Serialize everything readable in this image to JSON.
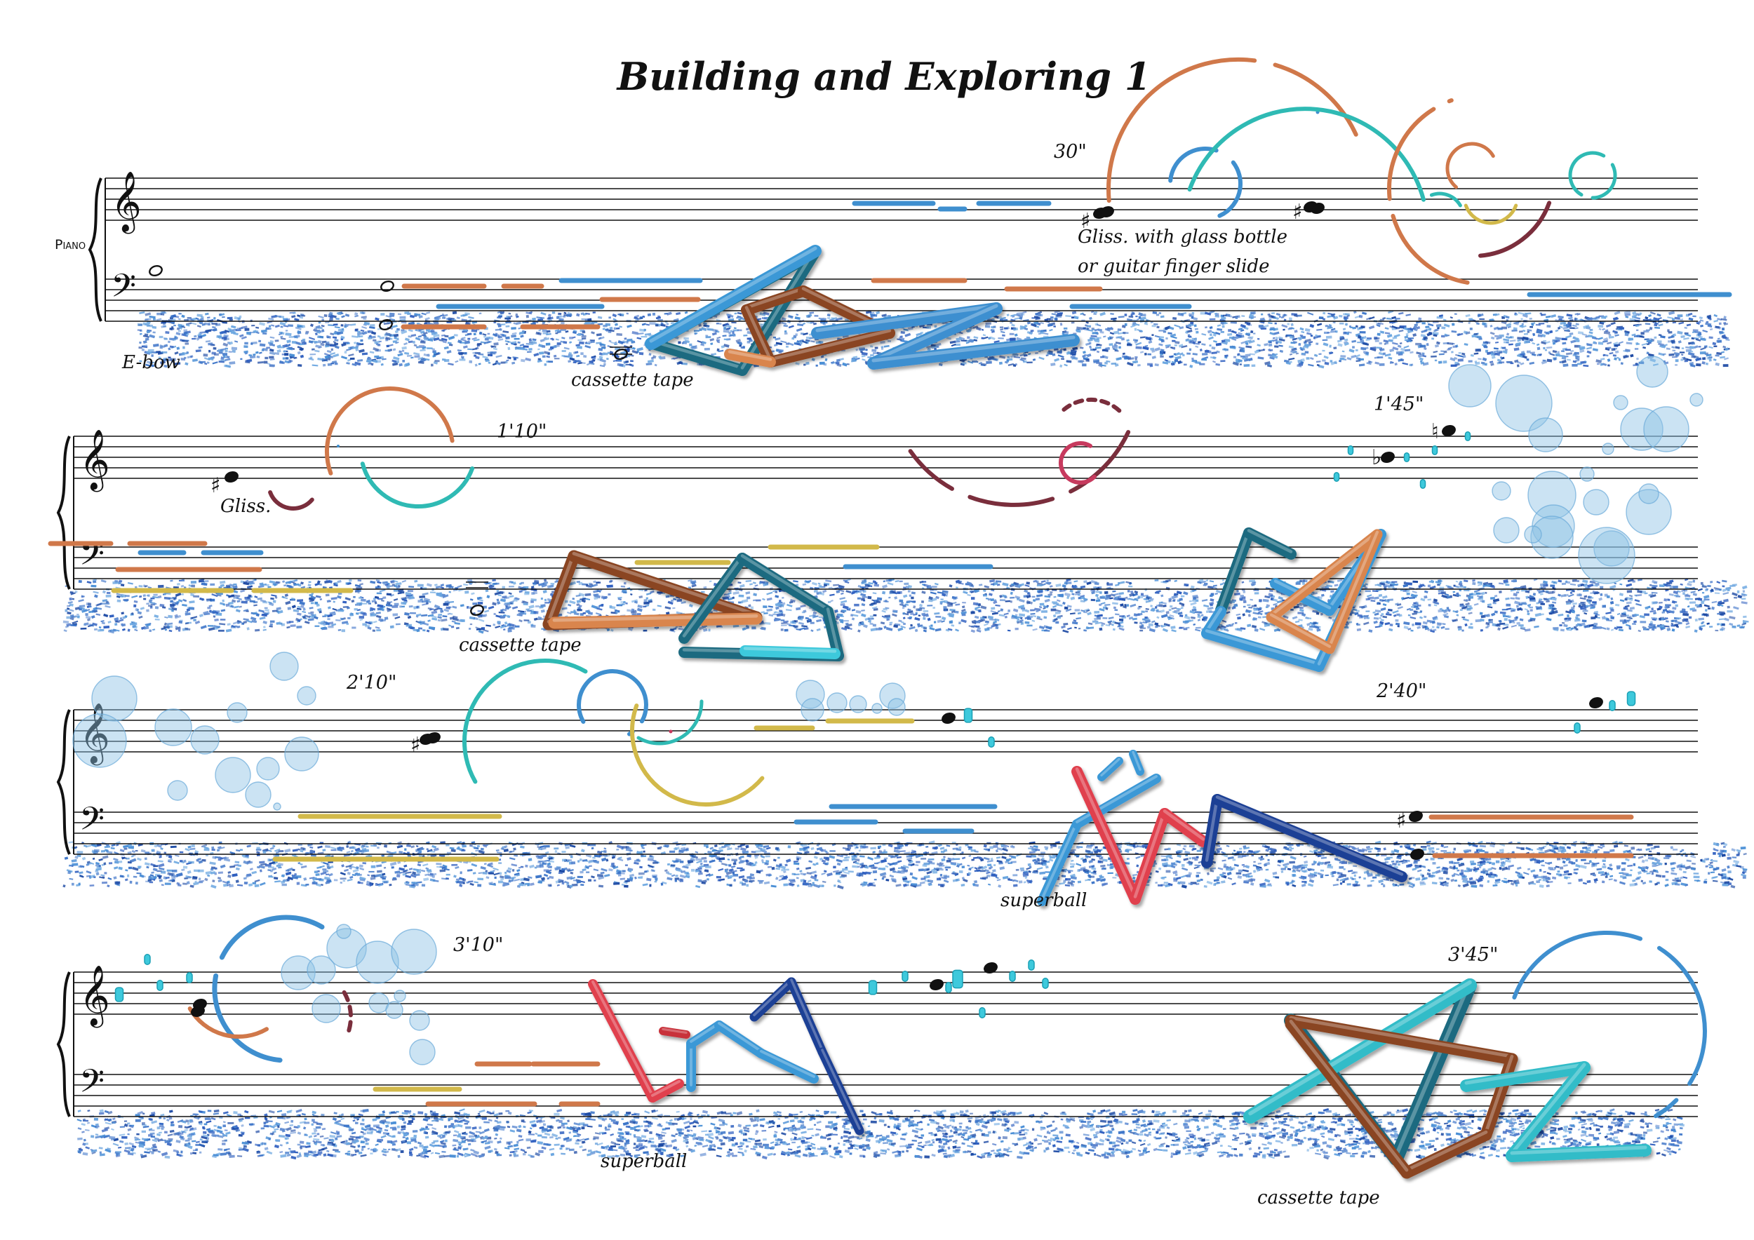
{
  "title": "Building and Exploring 1",
  "instrument": "Piano",
  "systems": [
    {
      "timestamps": [
        "30\""
      ],
      "annotations": [
        "E-bow",
        "cassette tape",
        "Gliss. with glass bottle",
        "or guitar finger slide"
      ]
    },
    {
      "timestamps": [
        "1'10\"",
        "1'45\""
      ],
      "annotations": [
        "Gliss.",
        "cassette tape"
      ]
    },
    {
      "timestamps": [
        "2'10\"",
        "2'40\""
      ],
      "annotations": [
        "superball"
      ]
    },
    {
      "timestamps": [
        "3'10\"",
        "3'45\""
      ],
      "annotations": [
        "superball",
        "cassette tape"
      ]
    }
  ],
  "colors": {
    "staff": "#111111",
    "blue": "#3f8fcf",
    "orange": "#d0784a",
    "teal": "#2fbab4",
    "gold": "#d2b94a",
    "maroon": "#7a2e3c",
    "crimson": "#c73a5e",
    "red": "#e0404e",
    "navy": "#1c3f95",
    "dark-teal": "#1b6b80",
    "brown": "#8a4420",
    "cyan": "#3ec9dc",
    "water": "#3b74c8",
    "bubble": "#8cc0e4"
  },
  "icons": [
    "treble-clef-icon",
    "bass-clef-icon",
    "brace-icon",
    "bubble-icon",
    "paper-strip-icon"
  ]
}
